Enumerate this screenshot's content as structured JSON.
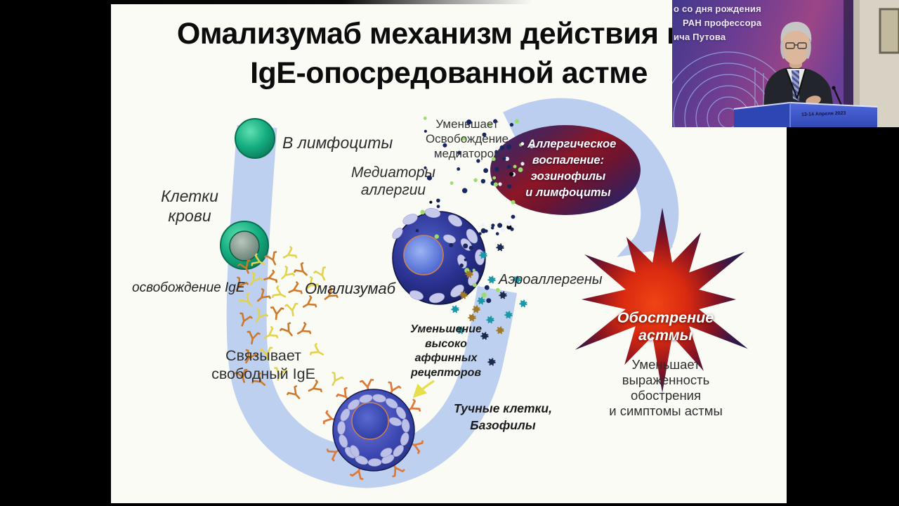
{
  "slide": {
    "title_line1": "Омализумаб механизм действия при",
    "title_line2": "IgE-опосредованной астме",
    "labels": {
      "v_limfocity": "В лимфоциты",
      "kletki_krovi": [
        "Клетки",
        "крови"
      ],
      "mediatory": [
        "Медиаторы",
        "аллергии"
      ],
      "umenshaet_mediatorov": [
        "Уменьшает",
        "Освобождение",
        "медиаторов"
      ],
      "osvobozhdenie_ige": "освобождение IgE",
      "omalizumab": "Омализумаб",
      "svyazyvaet": [
        "Связывает",
        "свободный IgE"
      ],
      "umenshenie_receptorov": [
        "Уменьшение",
        "высоко",
        "аффинных",
        "рецепторов"
      ],
      "tuchnye_kletki": [
        "Тучные клетки,",
        "Базофилы"
      ],
      "aeroallergeny": "Аэроаллергены",
      "allergic_inflammation": [
        "• Аллергическое",
        "воспаление:",
        "эозинофилы",
        "и лимфоциты"
      ],
      "obostrenie_astmy": "Обострение астмы",
      "umenshaet_vyrazhennost": [
        "Уменьшает",
        "выраженность",
        "обострения",
        "и симптомы астмы"
      ]
    }
  },
  "webcam": {
    "backdrop_lines": [
      "о со дня рождения",
      "РАН профессора",
      "ича Путова"
    ],
    "podium_date": "13-14 Апреля 2023"
  },
  "colors": {
    "slide_bg": "#fbfbf6",
    "band_blue": "#b5c9ee",
    "cell_green": "#12a97e",
    "mast_navy": "#2a3190",
    "granule_lavender": "#c6c8ec",
    "antibody_orange": "#cc7a2a",
    "antibody_yellow": "#e2d24e",
    "mediator_navy": "#18265e",
    "mediator_green": "#9cdc6a",
    "allergen_teal": "#1b98a8",
    "allergen_tan": "#a07828",
    "bubble_navy": "#2e2a80",
    "bubble_red": "#8c1626",
    "star_red": "#d92a10",
    "star_navy": "#1c1c52",
    "backdrop_purple": "#6d3d92",
    "podium_blue": "#3550c2"
  }
}
